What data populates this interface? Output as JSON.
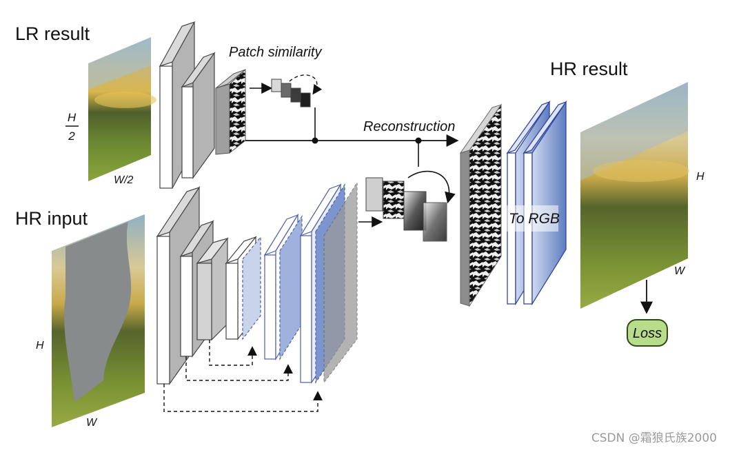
{
  "lr": {
    "title": "LR result",
    "h_num": "H",
    "h_den": "2",
    "w": "W/2"
  },
  "hr_input": {
    "title": "HR input",
    "h": "H",
    "w": "W"
  },
  "hr_result": {
    "title": "HR result",
    "h": "H",
    "w": "W"
  },
  "labels": {
    "patch_similarity": "Patch similarity",
    "reconstruction": "Reconstruction",
    "to_rgb": "To RGB",
    "loss": "Loss"
  },
  "watermark": "CSDN @霜狼氏族2000",
  "colors": {
    "sky": "#9fb8c4",
    "field": "#5d7a2e",
    "mask": "#878b8c",
    "feature_grey": "#bdbdbd",
    "feature_blue": "#6d86c6",
    "loss_fill": "#b7dc8a"
  }
}
